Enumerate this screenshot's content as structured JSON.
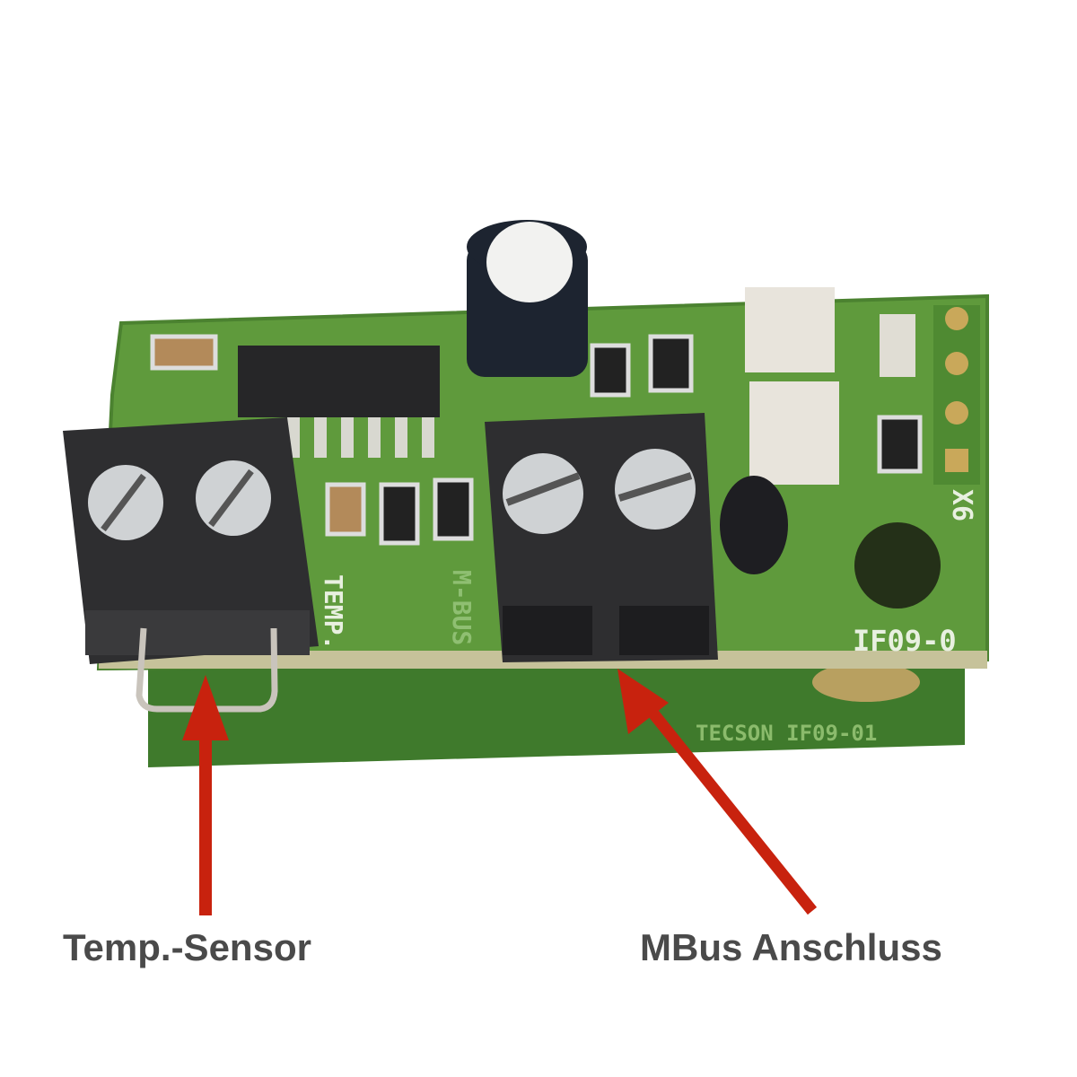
{
  "annotations": {
    "temp_sensor_label": "Temp.-Sensor",
    "mbus_label": "MBus Anschluss"
  },
  "board_silkscreen": {
    "temp": "TEMP.",
    "mbus": "M-BUS",
    "upper_id": "IF09-0",
    "lower_id": "TECSON IF09-01",
    "connector": "X6"
  },
  "colors": {
    "arrow": "#c8220e",
    "pcb": "#5f9a3c",
    "pcb_lower": "#3f7a2c",
    "terminal": "#2e2e30",
    "label": "#4a4a4a"
  }
}
